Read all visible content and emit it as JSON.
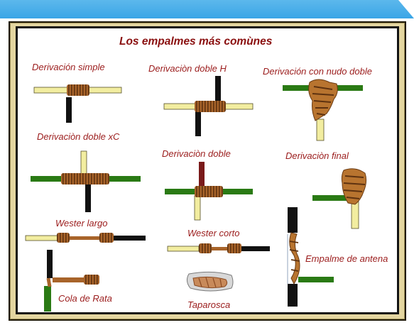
{
  "header": {
    "title": "Los empalmes más comùnes"
  },
  "splices": [
    {
      "key": "derivacion-simple",
      "label": "Derivación simple"
    },
    {
      "key": "derivacion-doble-h",
      "label": "Derivaciòn doble H"
    },
    {
      "key": "derivacion-nudo-doble",
      "label": "Derivación con nudo doble"
    },
    {
      "key": "derivacion-doble-xc",
      "label": "Derivaciòn doble xC"
    },
    {
      "key": "derivacion-doble",
      "label": "Derivaciòn doble"
    },
    {
      "key": "derivacion-final",
      "label": "Derivaciòn final"
    },
    {
      "key": "wester-largo",
      "label": "Wester largo"
    },
    {
      "key": "wester-corto",
      "label": "Wester corto"
    },
    {
      "key": "empalme-antena",
      "label": "Empalme de antena"
    },
    {
      "key": "cola-de-rata",
      "label": "Cola de Rata"
    },
    {
      "key": "taparosca",
      "label": "Taparosca"
    }
  ],
  "colors": {
    "frame": "#e4d6a0",
    "label_text": "#9b1c1c",
    "wire_cream": "#f2eda0",
    "wire_black": "#111111",
    "wire_green": "#2a7a14",
    "copper": "#a8642a",
    "topbar": "#3aa5e6"
  }
}
